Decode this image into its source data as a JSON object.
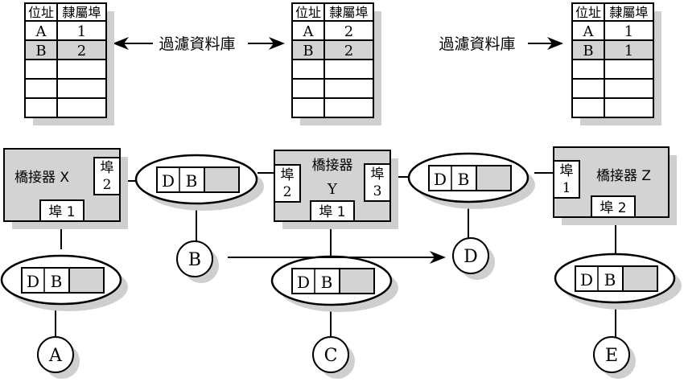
{
  "filter_label": "過濾資料庫",
  "table_headers": [
    "位址",
    "隸屬埠"
  ],
  "tables": [
    {
      "id": "X",
      "rows": [
        [
          "A",
          "1"
        ],
        [
          "B",
          "2"
        ],
        [
          "",
          ""
        ],
        [
          "",
          ""
        ],
        [
          "",
          ""
        ]
      ],
      "highlight_row": 1
    },
    {
      "id": "Y",
      "rows": [
        [
          "A",
          "2"
        ],
        [
          "B",
          "2"
        ],
        [
          "",
          ""
        ],
        [
          "",
          ""
        ],
        [
          "",
          ""
        ]
      ],
      "highlight_row": 1
    },
    {
      "id": "Z",
      "rows": [
        [
          "A",
          "1"
        ],
        [
          "B",
          "1"
        ],
        [
          "",
          ""
        ],
        [
          "",
          ""
        ],
        [
          "",
          ""
        ]
      ],
      "highlight_row": 1
    }
  ],
  "bridges": [
    {
      "id": "X",
      "title": "橋接器 X",
      "ports": [
        {
          "label": "埠 1"
        },
        {
          "label": "埠\n2"
        }
      ]
    },
    {
      "id": "Y",
      "title": "橋接器",
      "subtitle": "Y",
      "ports": [
        {
          "label": "埠\n2"
        },
        {
          "label": "埠\n3"
        },
        {
          "label": "埠 1"
        }
      ]
    },
    {
      "id": "Z",
      "title": "橋接器 Z",
      "ports": [
        {
          "label": "埠\n1"
        },
        {
          "label": "埠 2"
        }
      ]
    }
  ],
  "frame": {
    "dest": "D",
    "src": "B"
  },
  "hosts": [
    "A",
    "B",
    "C",
    "D",
    "E"
  ],
  "colors": {
    "fill": "#d3d3d3",
    "shadow": "#cfcfcf",
    "stroke": "#000000"
  }
}
